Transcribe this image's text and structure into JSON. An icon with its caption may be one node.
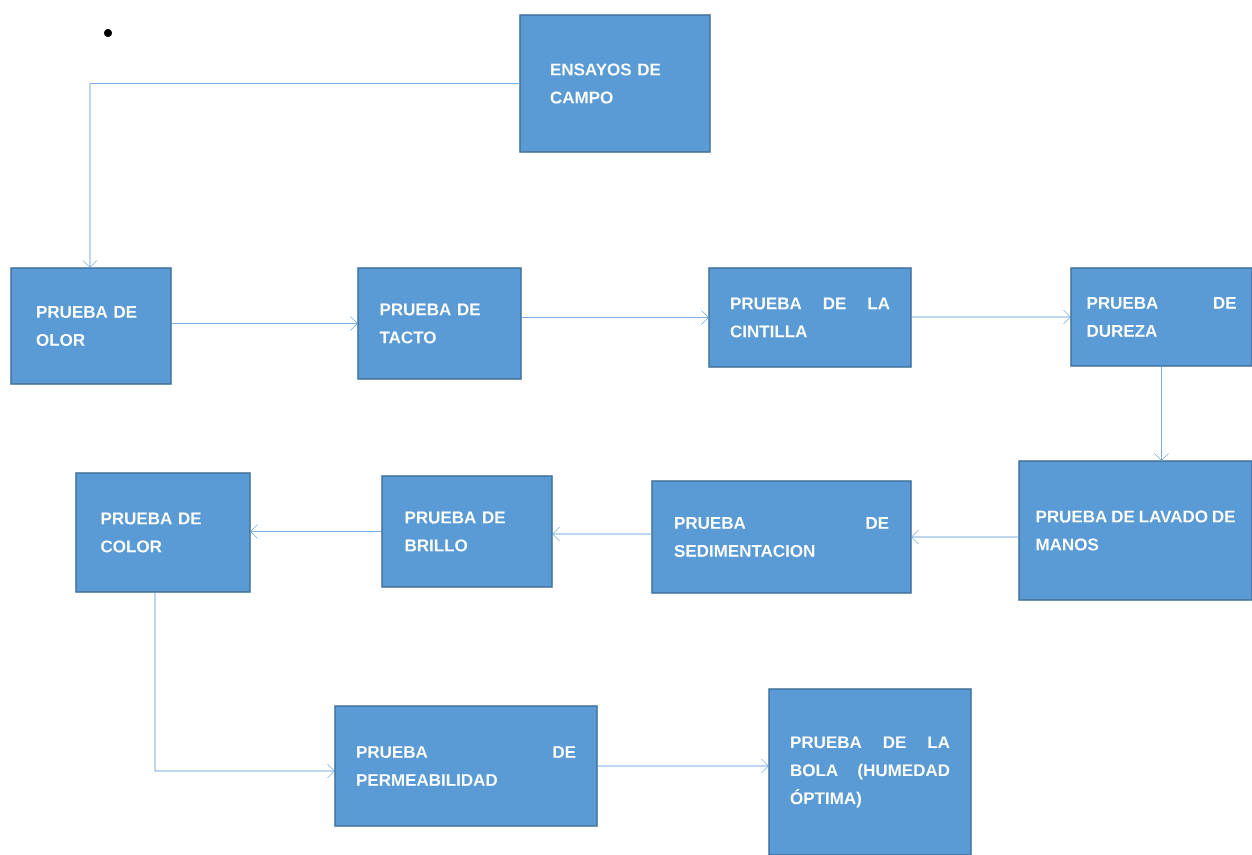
{
  "diagram": {
    "nodes": [
      {
        "text": [
          "ENSAYOS DE CAMPO"
        ]
      },
      {
        "text": [
          "PRUEBA DE OLOR"
        ]
      },
      {
        "text": [
          "PRUEBA DE TACTO"
        ]
      },
      {
        "text": [
          "PRUEBA DE LA CINTILLA"
        ]
      },
      {
        "text": [
          "PRUEBA DE DUREZA"
        ]
      },
      {
        "text": [
          "PRUEBA DE LAVADO DE MANOS"
        ]
      },
      {
        "text": [
          "PRUEBA DE SEDIMENTACION"
        ]
      },
      {
        "text": [
          "PRUEBA DE BRILLO"
        ]
      },
      {
        "text": [
          "PRUEBA DE COLOR"
        ]
      },
      {
        "text": [
          "PRUEBA DE PERMEABILIDAD"
        ]
      },
      {
        "text": [
          "PRUEBA DE LA BOLA (HUMEDAD ÓPTIMA)"
        ]
      }
    ],
    "edges": [
      {
        "from": 0,
        "to": 1,
        "arrow": "to"
      },
      {
        "from": 1,
        "to": 2,
        "arrow": "to"
      },
      {
        "from": 2,
        "to": 3,
        "arrow": "to"
      },
      {
        "from": 3,
        "to": 4,
        "arrow": "to"
      },
      {
        "from": 4,
        "to": 5,
        "arrow": "to"
      },
      {
        "from": 5,
        "to": 6,
        "arrow": "to"
      },
      {
        "from": 6,
        "to": 7,
        "arrow": "to"
      },
      {
        "from": 7,
        "to": 8,
        "arrow": "to"
      },
      {
        "from": 8,
        "to": 9,
        "arrow": "to"
      },
      {
        "from": 9,
        "to": 10,
        "arrow": "to"
      }
    ]
  }
}
